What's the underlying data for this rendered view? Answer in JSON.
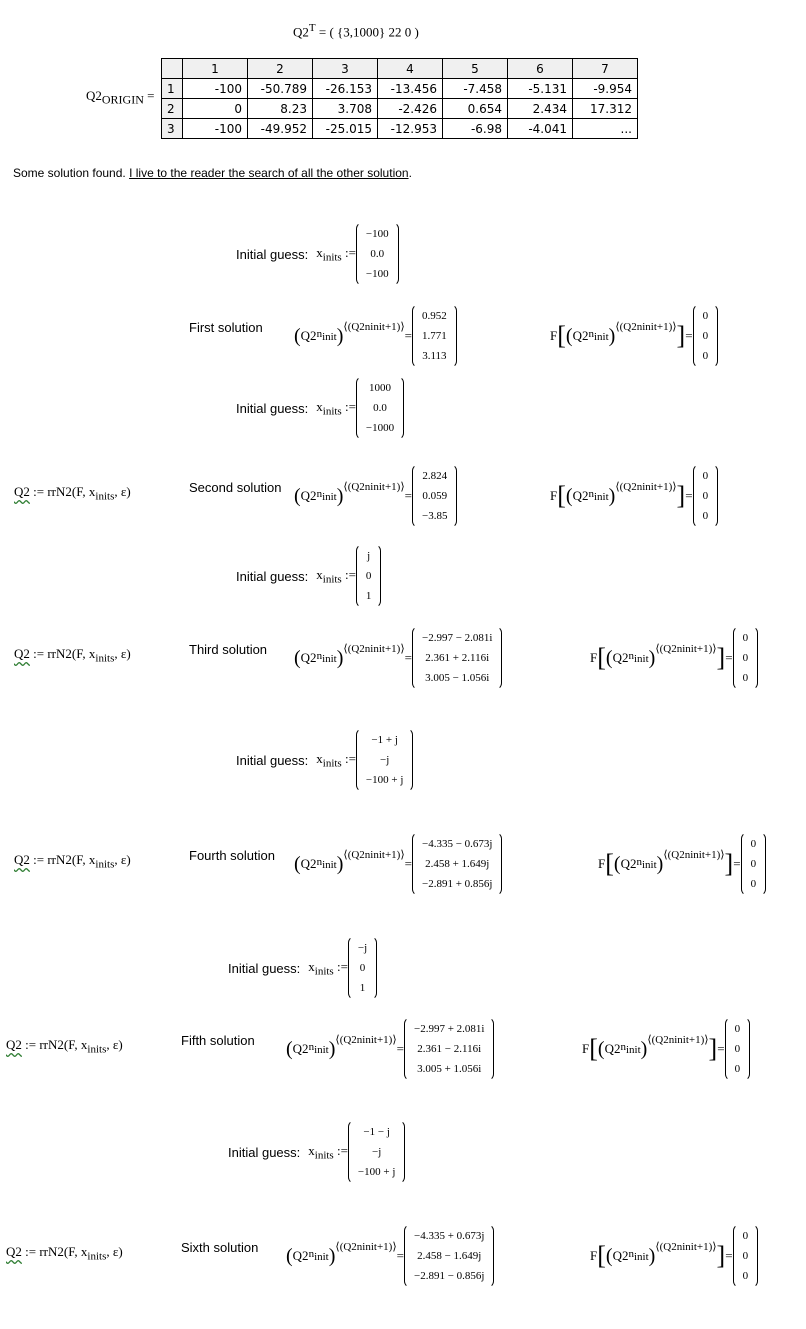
{
  "header": {
    "transpose_lhs": "Q2",
    "transpose_sup": "T",
    "transpose_rhs": "= ( {3,1000}   22   0 )"
  },
  "table": {
    "label": "Q2",
    "label_sub": "ORIGIN",
    "equals": "=",
    "col_headers": [
      "1",
      "2",
      "3",
      "4",
      "5",
      "6",
      "7"
    ],
    "rows": [
      {
        "index": "1",
        "cells": [
          "-100",
          "-50.789",
          "-26.153",
          "-13.456",
          "-7.458",
          "-5.131",
          "-9.954"
        ]
      },
      {
        "index": "2",
        "cells": [
          "0",
          "8.23",
          "3.708",
          "-2.426",
          "0.654",
          "2.434",
          "17.312"
        ]
      },
      {
        "index": "3",
        "cells": [
          "-100",
          "-49.952",
          "-25.015",
          "-12.953",
          "-6.98",
          "-4.041",
          "..."
        ]
      }
    ]
  },
  "note": {
    "plain": "Some solution found. ",
    "link": "I live to the reader the search of all the other solution",
    "end": "."
  },
  "math": {
    "initial_guess_label": "Initial guess:",
    "x": "x",
    "x_sub": "inits",
    "assign": ":=",
    "equals": "=",
    "q2_assign_lhs": "Q2",
    "q2_assign_rhs": " := rrN2(F, x",
    "q2_assign_tail": ", ε)",
    "Q2": "Q2",
    "n_init": "n",
    "n_init_sub": "init",
    "superscript": "⟨(Q2",
    "superscript_sub": "n",
    "superscript_tail": "init+1)⟩",
    "F": "F"
  },
  "blocks": [
    {
      "guess": [
        "−100",
        "0.0",
        "−100"
      ],
      "solution_label": "First solution",
      "result": [
        "0.952",
        "1.771",
        "3.113"
      ],
      "check": [
        "0",
        "0",
        "0"
      ],
      "has_q2_assign": false
    },
    {
      "guess": [
        "1000",
        "0.0",
        "−1000"
      ],
      "solution_label": "Second solution",
      "result": [
        "2.824",
        "0.059",
        "−3.85"
      ],
      "check": [
        "0",
        "0",
        "0"
      ],
      "has_q2_assign": true
    },
    {
      "guess": [
        "j",
        "0",
        "1"
      ],
      "solution_label": "Third solution",
      "result": [
        "−2.997 − 2.081i",
        "2.361 + 2.116i",
        "3.005 − 1.056i"
      ],
      "check": [
        "0",
        "0",
        "0"
      ],
      "has_q2_assign": true
    },
    {
      "guess": [
        "−1 + j",
        "−j",
        "−100 + j"
      ],
      "solution_label": "Fourth solution",
      "result": [
        "−4.335 − 0.673j",
        "2.458 + 1.649j",
        "−2.891 + 0.856j"
      ],
      "check": [
        "0",
        "0",
        "0"
      ],
      "has_q2_assign": true
    },
    {
      "guess": [
        "−j",
        "0",
        "1"
      ],
      "solution_label": "Fifth solution",
      "result": [
        "−2.997 + 2.081i",
        "2.361 − 2.116i",
        "3.005 + 1.056i"
      ],
      "check": [
        "0",
        "0",
        "0"
      ],
      "has_q2_assign": true
    },
    {
      "guess": [
        "−1 − j",
        "−j",
        "−100 + j"
      ],
      "solution_label": "Sixth solution",
      "result": [
        "−4.335 + 0.673j",
        "2.458 − 1.649j",
        "−2.891 − 0.856j"
      ],
      "check": [
        "0",
        "0",
        "0"
      ],
      "has_q2_assign": true
    }
  ]
}
